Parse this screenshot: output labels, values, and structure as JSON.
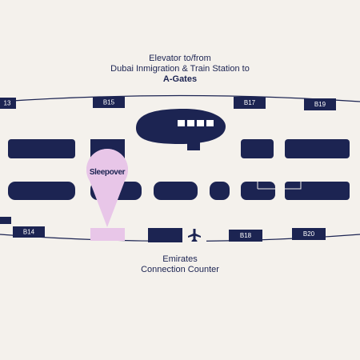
{
  "colors": {
    "background": "#f4f1ec",
    "navy": "#1c2452",
    "pin": "#e8c6e8",
    "outline": "#1c2452"
  },
  "top_caption": {
    "line1": "Elevator to/from",
    "line2": "Dubai Inmigration & Train Station to",
    "line3": "A-Gates"
  },
  "bottom_caption": {
    "line1": "Emirates",
    "line2": "Connection Counter"
  },
  "gates": {
    "b13": "13",
    "b15": "B15",
    "b17": "B17",
    "b19": "B19",
    "b14": "B14",
    "b18": "B18",
    "b20": "B20"
  },
  "pin": {
    "label": "Sleepover",
    "icon": "location-pin-icon"
  },
  "icons": {
    "airplane": "airplane-icon"
  }
}
